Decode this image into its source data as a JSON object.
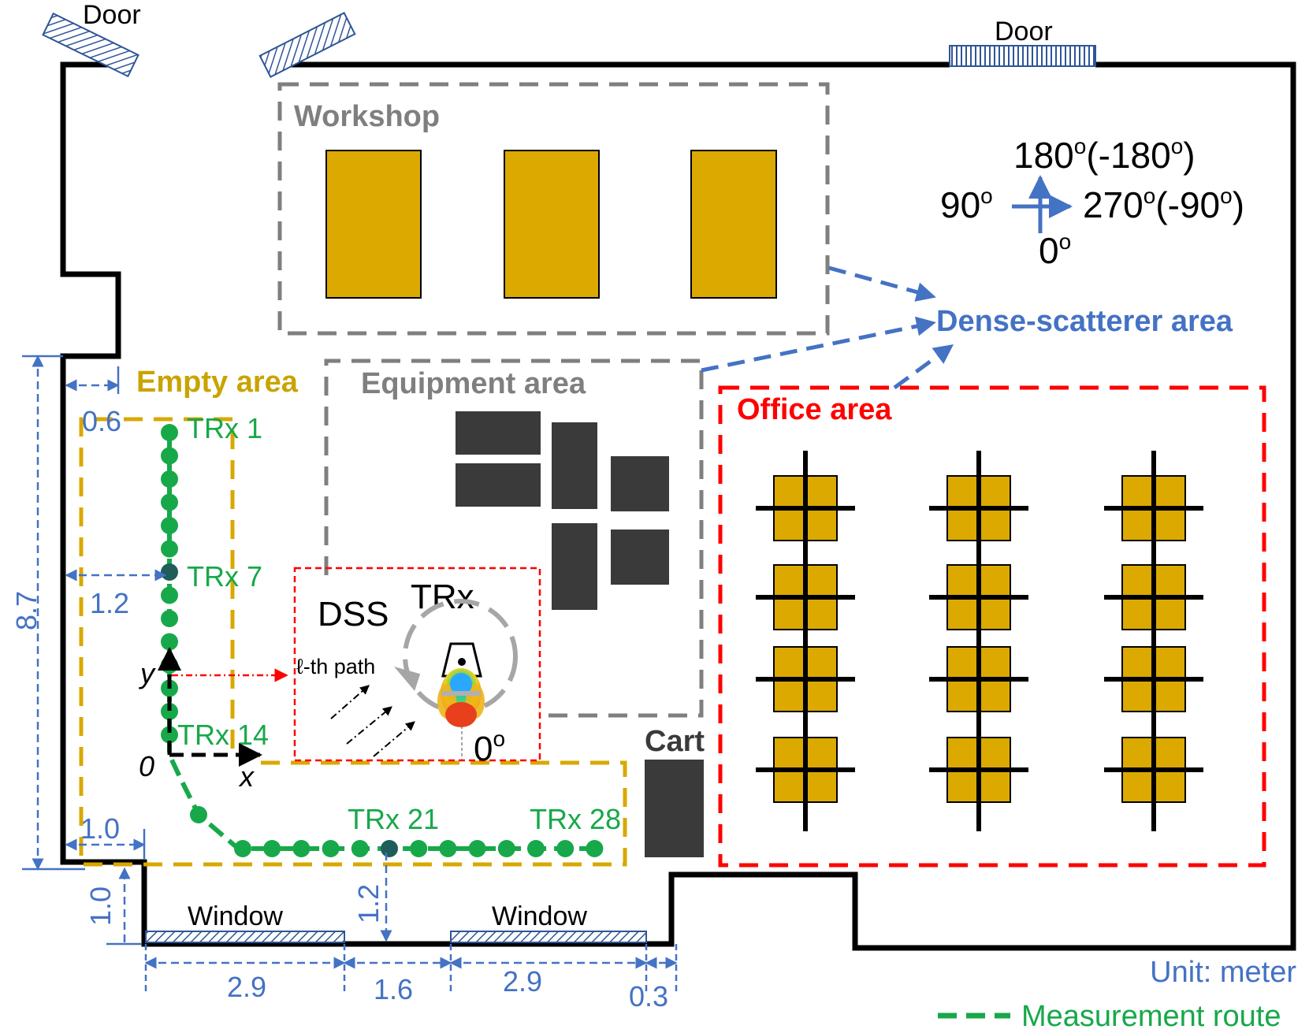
{
  "doors": [
    "Door",
    "Door"
  ],
  "windows": [
    "Window",
    "Window"
  ],
  "areas": {
    "workshop": "Workshop",
    "empty": "Empty area",
    "equipment": "Equipment area",
    "office": "Office area",
    "dense": "Dense-scatterer area"
  },
  "compass": {
    "up": "180",
    "up_rest": "(-180",
    "up_close": ")",
    "left": "90",
    "right": "270",
    "right_rest": "(-90",
    "right_close": ")",
    "down": "0",
    "deg": "o"
  },
  "trx_labels": [
    "TRx 1",
    "TRx 7",
    "TRx 14",
    "TRx 21",
    "TRx 28"
  ],
  "trx": {
    "title": "TRx",
    "dss": "DSS",
    "path_label": "ℓ-th path",
    "zero": "0",
    "deg": "o"
  },
  "axes": {
    "x": "x",
    "y": "y",
    "origin": "0"
  },
  "cart": "Cart",
  "dimensions": {
    "width_left": "0.6",
    "route_offset": "1.2",
    "height": "8.7",
    "bottom_offset": "1.0",
    "corner_width": "1.0",
    "route_to_wall": "1.2",
    "seg1": "2.9",
    "seg2": "1.6",
    "seg3": "2.9",
    "seg4": "0.3"
  },
  "legend": {
    "unit": "Unit: meter",
    "route": "Measurement route"
  },
  "colors": {
    "route": "#17a84a",
    "route_special": "#1f5c5a",
    "furniture": "#d9a800",
    "equipment": "#3a3a3a",
    "dimension": "#4472c4",
    "office_border": "#ff0000",
    "gray_border": "#7f7f7f",
    "empty_border": "#d9a800"
  }
}
